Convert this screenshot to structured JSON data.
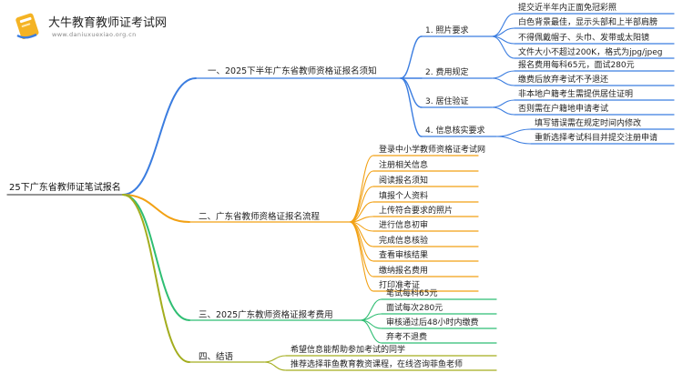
{
  "brand": {
    "title": "大牛教育教师证考试网",
    "url": "www.daniuxuexiao.org.cn"
  },
  "root": "25下广东省教师证笔试报名",
  "branches": [
    {
      "label": "一、2025下半年广东省教师资格证报名须知",
      "color": "#3b7de0",
      "children": [
        {
          "label": "1. 照片要求",
          "children": [
            "提交近半年内正面免冠彩照",
            "白色背景最佳，显示头部和上半部肩膀",
            "不得佩戴帽子、头巾、发带或太阳镜",
            "文件大小不超过200K，格式为jpg/jpeg"
          ]
        },
        {
          "label": "2. 费用规定",
          "children": [
            "报名费用每科65元，面试280元",
            "缴费后放弃考试不予退还"
          ]
        },
        {
          "label": "3. 居住验证",
          "children": [
            "非本地户籍考生需提供居住证明",
            "否则需在户籍地申请考试"
          ]
        },
        {
          "label": "4. 信息核实要求",
          "children": [
            "填写错误需在规定时间内修改",
            "重新选择考试科目并提交注册申请"
          ]
        }
      ]
    },
    {
      "label": "二、广东省教师资格证报名流程",
      "color": "#f2a114",
      "children": [
        "登录中小学教师资格证考试网",
        "注册相关信息",
        "阅读报名须知",
        "填报个人资料",
        "上传符合要求的照片",
        "进行信息初审",
        "完成信息核验",
        "查看审核结果",
        "缴纳报名费用",
        "打印准考证"
      ]
    },
    {
      "label": "三、2025广东教师资格证报考费用",
      "color": "#2fbe73",
      "children": [
        "笔试每科65元",
        "面试每次280元",
        "审核通过后48小时内缴费",
        "弃考不退费"
      ]
    },
    {
      "label": "四、结语",
      "color": "#a3ad1e",
      "children": [
        "希望信息能帮助参加考试的同学",
        "推荐选择菲鱼教育教资课程，在线咨询菲鱼老师"
      ]
    }
  ]
}
